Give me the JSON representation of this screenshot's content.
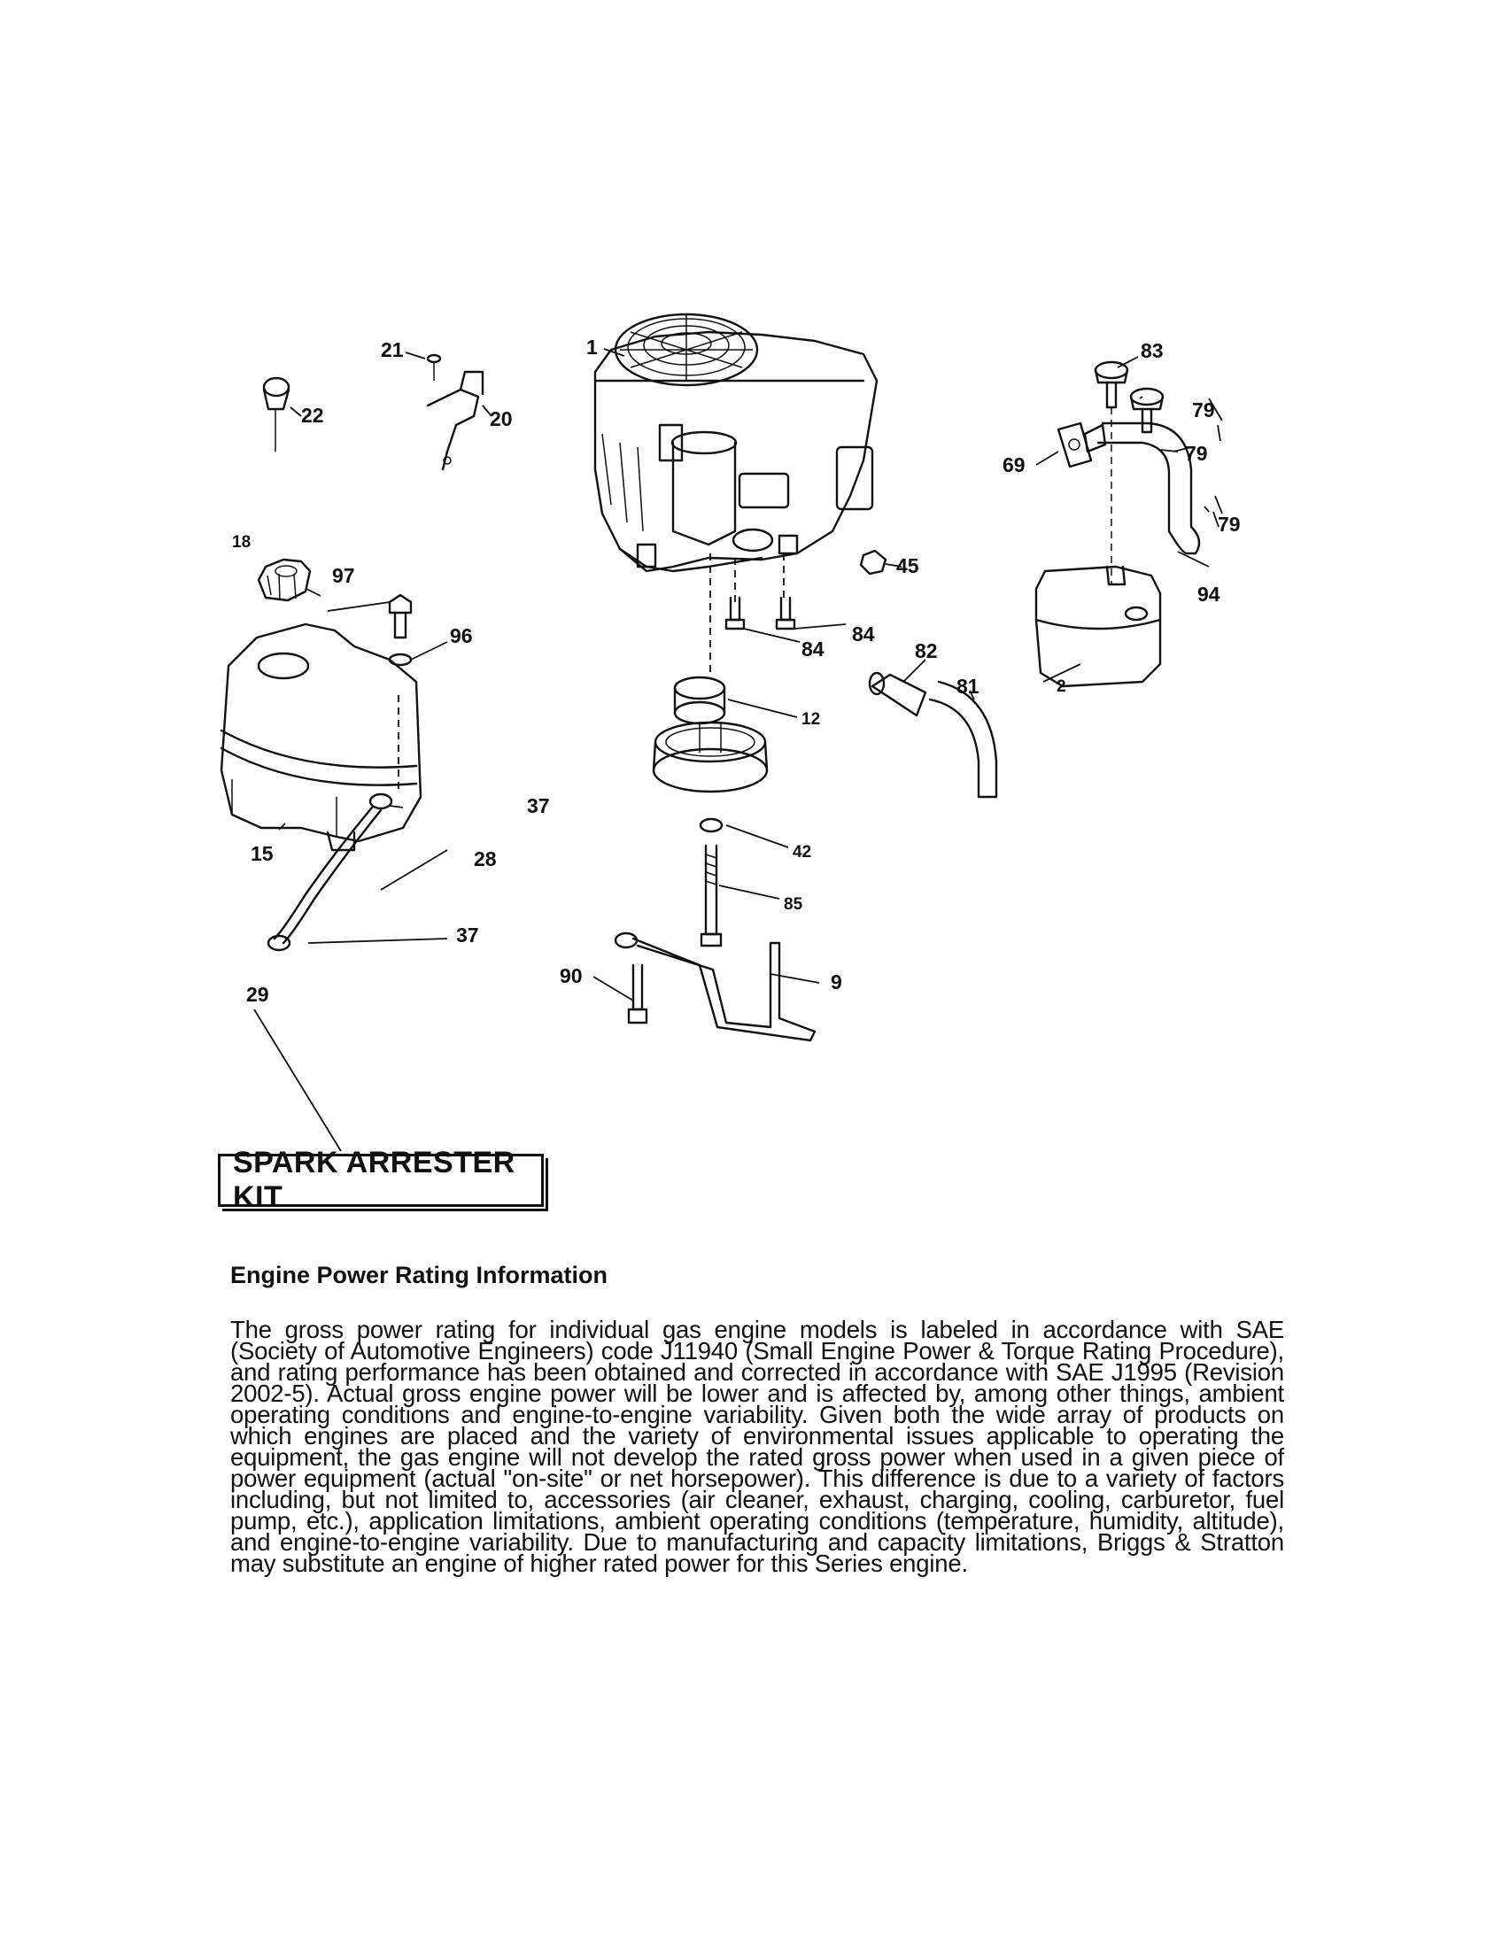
{
  "diagram": {
    "callouts": {
      "c1": "1",
      "c2": "2",
      "c9": "9",
      "c12": "12",
      "c15": "15",
      "c18": "18",
      "c20": "20",
      "c21": "21",
      "c22": "22",
      "c28": "28",
      "c29": "29",
      "c37a": "37",
      "c37b": "37",
      "c42": "42",
      "c45": "45",
      "c69": "69",
      "c79a": "79",
      "c79b": "79",
      "c79c": "79",
      "c81": "81",
      "c82": "82",
      "c83": "83",
      "c84a": "84",
      "c84b": "84",
      "c85": "85",
      "c90": "90",
      "c94": "94",
      "c96": "96",
      "c97": "97"
    },
    "kit_label": "SPARK ARRESTER KIT"
  },
  "info": {
    "title": "Engine Power Rating Information",
    "body": "The gross power rating for individual gas engine models is labeled in accordance with SAE (Society of Automotive Engineers) code J11940 (Small Engine Power & Torque Rating Procedure), and rating performance has been obtained and corrected in accordance with SAE J1995 (Revision 2002-5). Actual gross engine power will be lower and is affected by, among other things, ambient operating conditions and engine-to-engine variability. Given both the wide array of products on which engines are placed and the variety of environmental issues applicable to operating the equipment, the gas engine will not develop the rated gross power when used in a given piece of power equipment (actual \"on-site\" or net horsepower). This difference is due to a variety of factors including, but not limited to, accessories (air cleaner, exhaust, charging, cooling, carburetor, fuel pump, etc.), application limitations, ambient operating conditions (temperature, humidity, altitude), and engine-to-engine variability. Due to manufacturing and capacity limitations, Briggs & Stratton may substitute an engine of higher rated power for this Series engine."
  }
}
